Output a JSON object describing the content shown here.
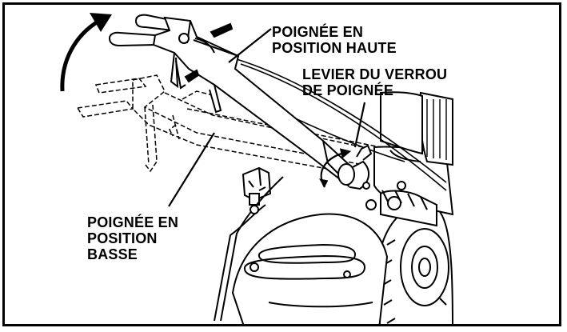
{
  "labels": {
    "handle_high": "POIGNÉE EN\nPOSITION HAUTE",
    "lock_lever": "LEVIER DU VERROU\nDE POIGNÉE",
    "handle_low": "POIGNÉE EN\nPOSITION\nBASSE"
  },
  "icons": {
    "raise_arrow": "curved-arrow-up-icon",
    "rotate_arrow": "curved-arrow-rotate-icon"
  },
  "colors": {
    "ink": "#000000",
    "paper": "#ffffff"
  }
}
